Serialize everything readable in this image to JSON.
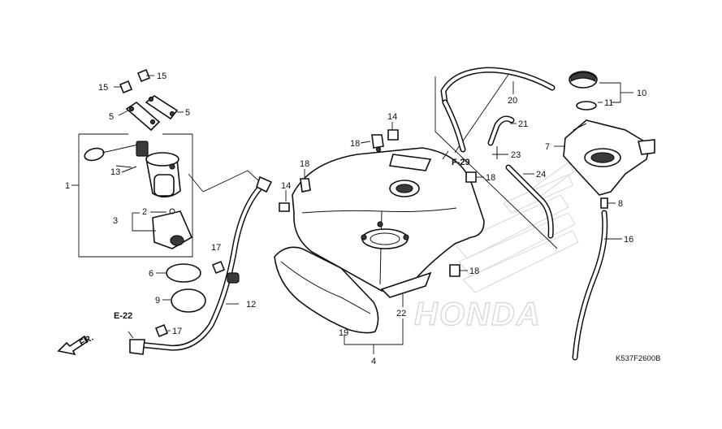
{
  "diagram": {
    "drawing_code": "K537F2600B",
    "watermark_text": "HONDA",
    "direction_label": "FR.",
    "refs": {
      "e22": "E-22",
      "f29": "F-29"
    },
    "callouts": {
      "c1": "1",
      "c2": "2",
      "c3": "3",
      "c4": "4",
      "c5a": "5",
      "c5b": "5",
      "c6": "6",
      "c7": "7",
      "c8": "8",
      "c9": "9",
      "c10": "10",
      "c11": "11",
      "c12": "12",
      "c13": "13",
      "c14a": "14",
      "c14b": "14",
      "c15a": "15",
      "c15b": "15",
      "c16": "16",
      "c17a": "17",
      "c17b": "17",
      "c18a": "18",
      "c18b": "18",
      "c18c": "18",
      "c18d": "18",
      "c19": "19",
      "c20": "20",
      "c21": "21",
      "c22": "22",
      "c23": "23",
      "c24": "24"
    }
  }
}
